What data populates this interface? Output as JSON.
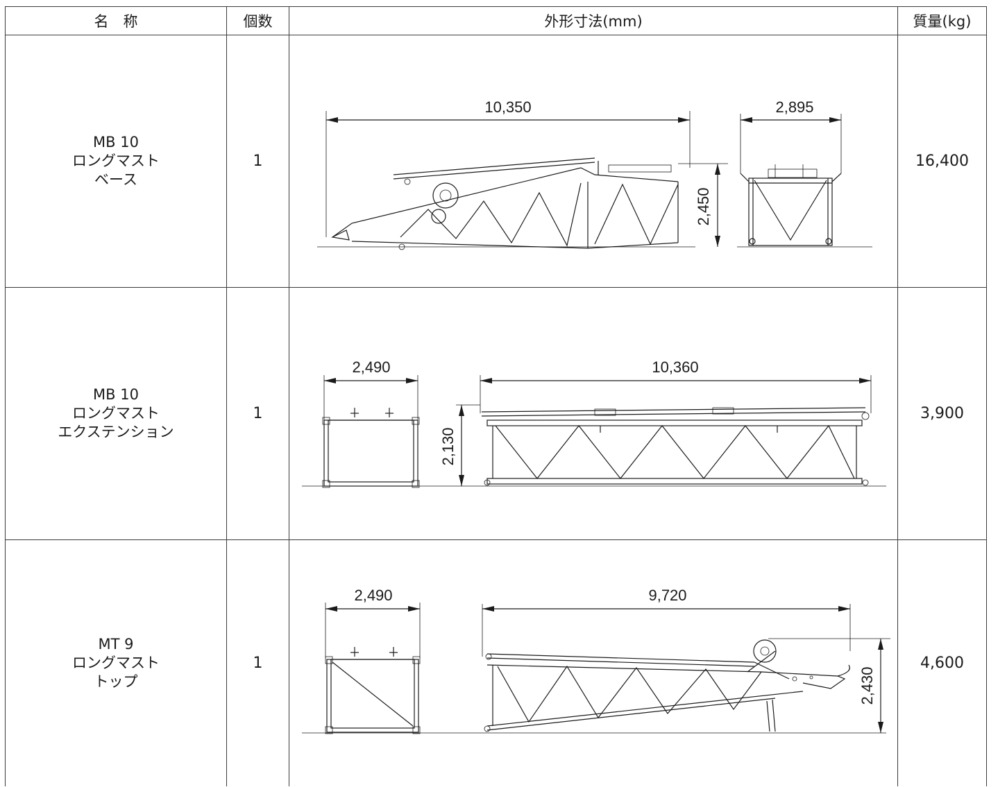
{
  "headers": {
    "name": "名　称",
    "qty": "個数",
    "dims": "外形寸法(mm)",
    "mass": "質量(kg)"
  },
  "rows": [
    {
      "name_lines": [
        "MB 10",
        "ロングマスト",
        "ベース"
      ],
      "qty": "1",
      "mass": "16,400",
      "dims": {
        "length": "10,350",
        "width": "2,895",
        "height": "2,450"
      }
    },
    {
      "name_lines": [
        "MB 10",
        "ロングマスト",
        "エクステンション"
      ],
      "qty": "1",
      "mass": "3,900",
      "dims": {
        "width": "2,490",
        "length": "10,360",
        "height": "2,130"
      }
    },
    {
      "name_lines": [
        "MT 9",
        "ロングマスト",
        "トップ"
      ],
      "qty": "1",
      "mass": "4,600",
      "dims": {
        "width": "2,490",
        "length": "9,720",
        "height": "2,430"
      }
    }
  ]
}
